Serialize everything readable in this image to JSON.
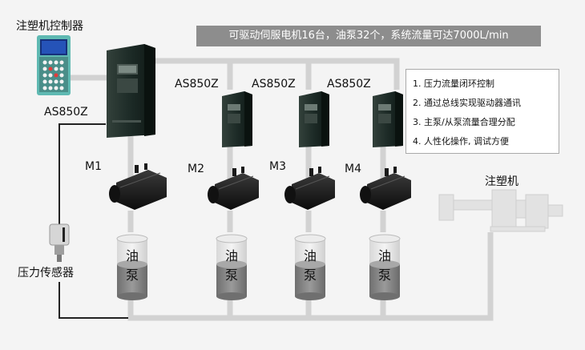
{
  "banner": "可驱动伺服电机16台，油泵32个，系统流量可达7000L/min",
  "controller_label": "注塑机控制器",
  "master_drive_label": "AS850Z",
  "slave_drive_labels": [
    "AS850Z",
    "AS850Z",
    "AS850Z"
  ],
  "motor_labels": [
    "M1",
    "M2",
    "M3",
    "M4"
  ],
  "pump_label_line1": "油",
  "pump_label_line2": "泵",
  "sensor_label": "压力传感器",
  "machine_label": "注塑机",
  "features": [
    "1. 压力流量闭环控制",
    "2. 通过总线实现驱动器通讯",
    "3. 主泵/从泵流量合理分配",
    "4. 人性化操作, 调试方便"
  ],
  "colors": {
    "pipe": "#d2d2d2",
    "drive_body": "#1c2a26",
    "oil": "#8a8a8a",
    "banner": "#8d8d8d",
    "wire": "#222222"
  }
}
